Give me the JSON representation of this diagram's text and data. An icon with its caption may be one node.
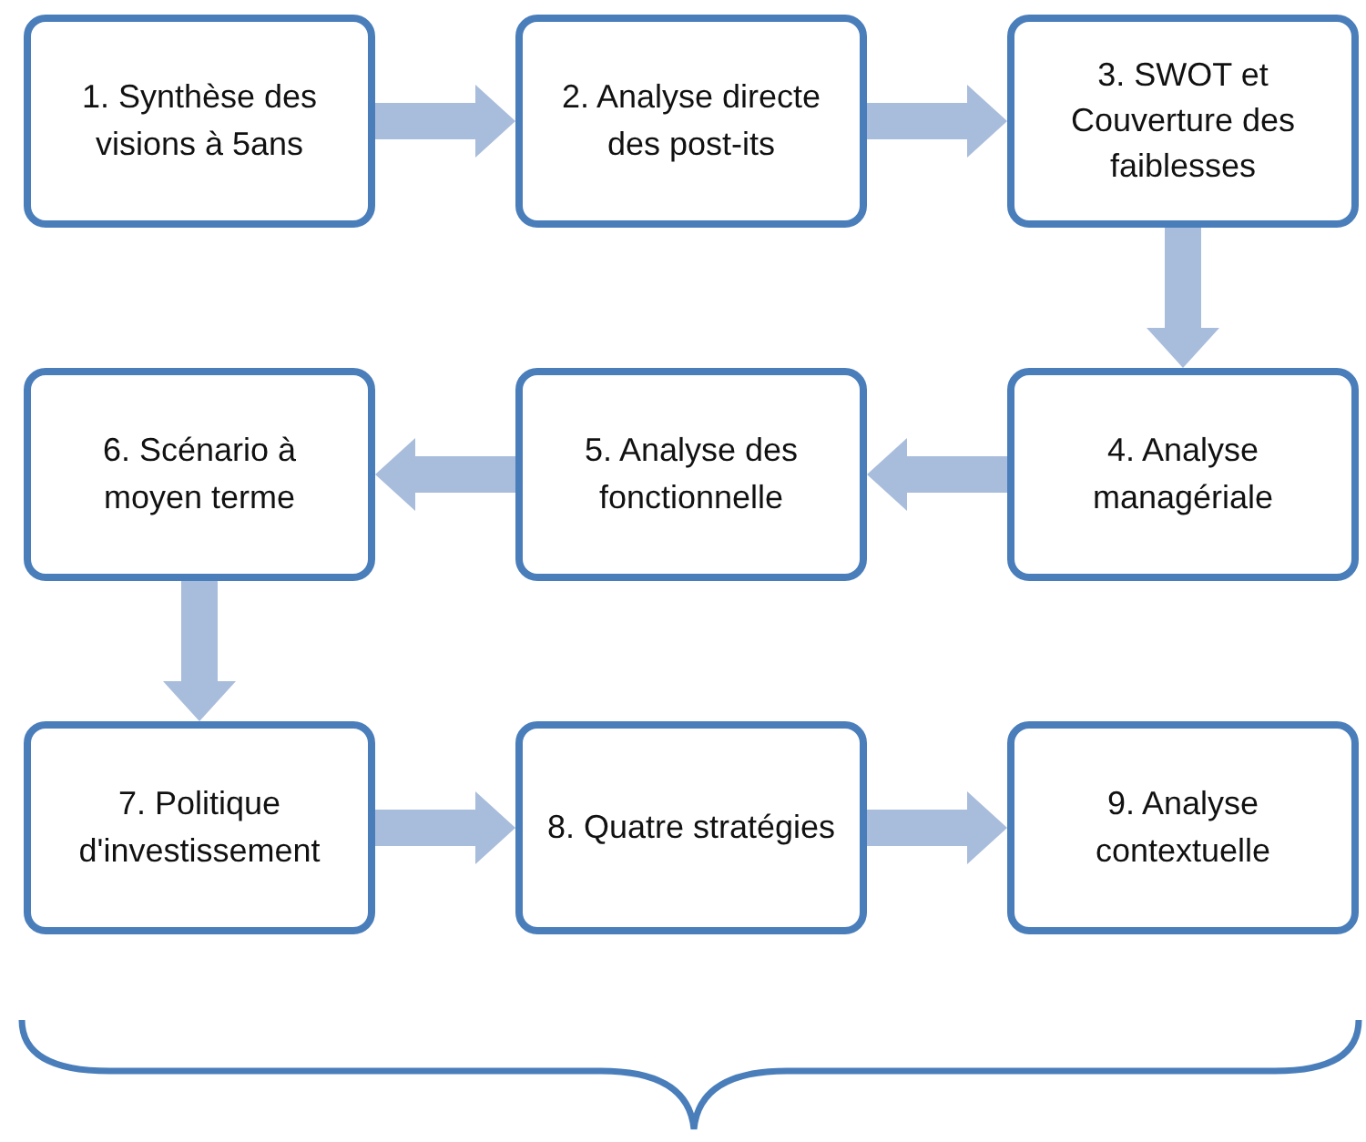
{
  "diagram": {
    "nodes": [
      {
        "text": [
          "1. Synthèse des visions à 5ans"
        ]
      },
      {
        "text": [
          "2. Analyse directe des post-its"
        ]
      },
      {
        "text": [
          "3. SWOT et Couverture des faiblesses"
        ]
      },
      {
        "text": [
          "4. Analyse managériale"
        ]
      },
      {
        "text": [
          "5. Analyse des fonctionnelle"
        ]
      },
      {
        "text": [
          "6. Scénario à moyen terme"
        ]
      },
      {
        "text": [
          "7. Politique d'investissement"
        ]
      },
      {
        "text": [
          "8. Quatre stratégies"
        ]
      },
      {
        "text": [
          "9. Analyse contextuelle"
        ]
      }
    ],
    "edges": [
      {
        "from": 0,
        "to": 1,
        "arrow": "to"
      },
      {
        "from": 1,
        "to": 2,
        "arrow": "to"
      },
      {
        "from": 2,
        "to": 3,
        "arrow": "to"
      },
      {
        "from": 3,
        "to": 4,
        "arrow": "to"
      },
      {
        "from": 4,
        "to": 5,
        "arrow": "to"
      },
      {
        "from": 5,
        "to": 6,
        "arrow": "to"
      },
      {
        "from": 6,
        "to": 7,
        "arrow": "to"
      },
      {
        "from": 7,
        "to": 8,
        "arrow": "to"
      }
    ]
  }
}
